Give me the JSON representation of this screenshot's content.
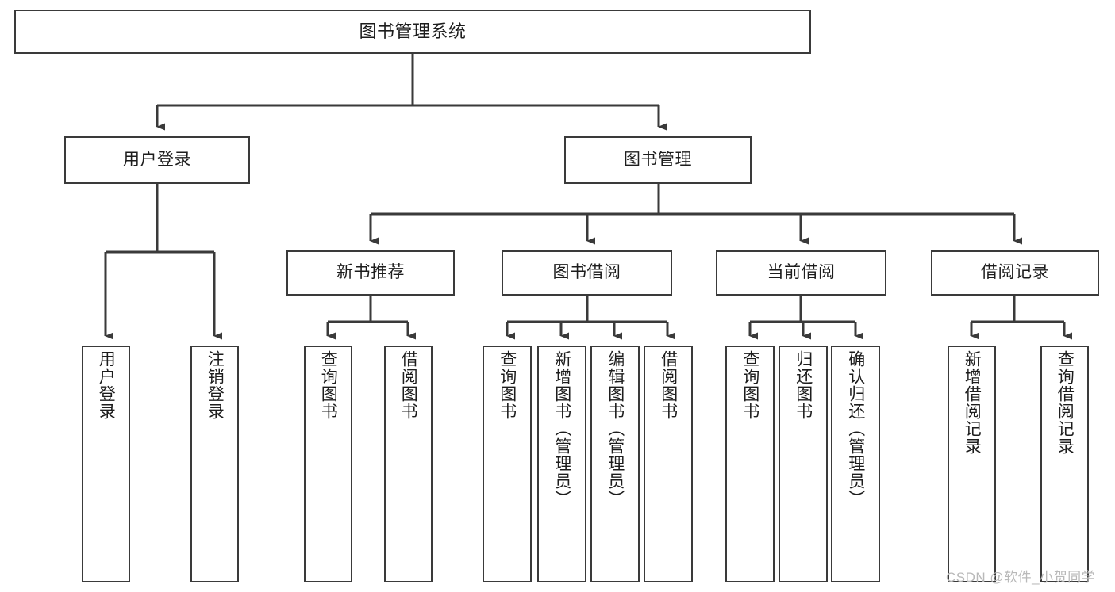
{
  "diagram": {
    "type": "hierarchy-tree",
    "root": {
      "label": "图书管理系统"
    },
    "level2": [
      {
        "label": "用户登录"
      },
      {
        "label": "图书管理"
      }
    ],
    "level3": [
      {
        "label": "新书推荐"
      },
      {
        "label": "图书借阅"
      },
      {
        "label": "当前借阅"
      },
      {
        "label": "借阅记录"
      }
    ],
    "leaves": {
      "user_login": [
        {
          "label": "用户登录"
        },
        {
          "label": "注销登录"
        }
      ],
      "new_book_recommend": [
        {
          "label": "查询图书"
        },
        {
          "label": "借阅图书"
        }
      ],
      "book_borrow": [
        {
          "label": "查询图书"
        },
        {
          "label": "新增图书（管理员）"
        },
        {
          "label": "编辑图书（管理员）"
        },
        {
          "label": "借阅图书"
        }
      ],
      "current_borrow": [
        {
          "label": "查询图书"
        },
        {
          "label": "归还图书"
        },
        {
          "label": "确认归还（管理员）"
        }
      ],
      "borrow_record": [
        {
          "label": "新增借阅记录"
        },
        {
          "label": "查询借阅记录"
        }
      ]
    }
  },
  "watermark": {
    "text": "CSDN @软件_小贺同学"
  },
  "colors": {
    "box_border": "#3a3a3a",
    "line": "#3a3a3a",
    "background": "#ffffff",
    "text": "#1d1d1d",
    "watermark": "#b9b9b9"
  }
}
